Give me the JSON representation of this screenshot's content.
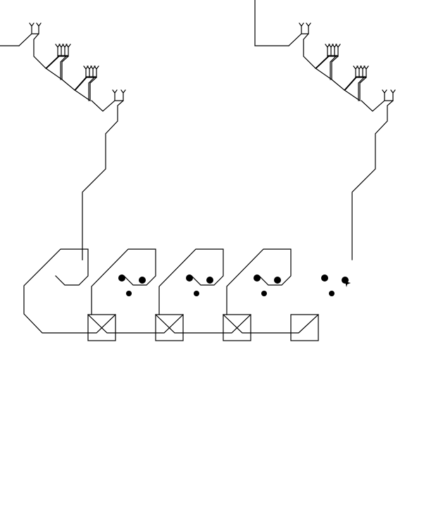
{
  "canvas": {
    "background": "#ffffff",
    "stroke_color": "#000000"
  },
  "diagram": {
    "trees": [
      {
        "id": "left-tree"
      },
      {
        "id": "right-tree"
      }
    ],
    "boxes": [
      {
        "kind": "crossed"
      },
      {
        "kind": "crossed"
      },
      {
        "kind": "crossed"
      },
      {
        "kind": "half-crossed"
      }
    ],
    "dot_groups": 4,
    "hooks": 4
  }
}
